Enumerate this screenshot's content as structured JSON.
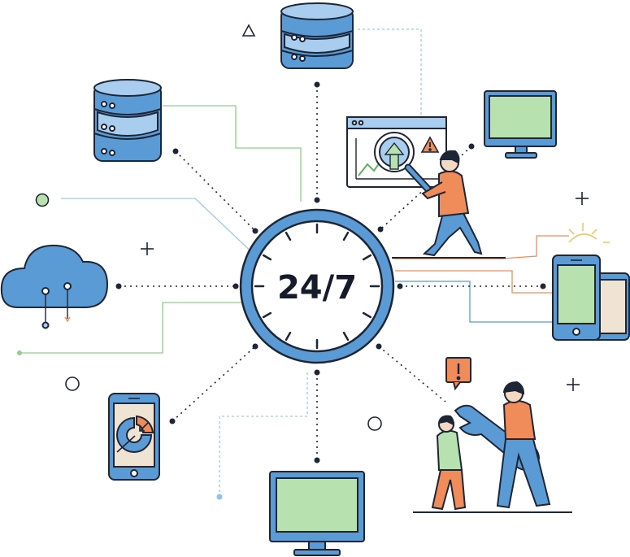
{
  "center": {
    "label": "24/7"
  },
  "nodes": [
    {
      "id": "database-top",
      "icon": "database-icon"
    },
    {
      "id": "database-left",
      "icon": "database-icon"
    },
    {
      "id": "analytics-browser",
      "icon": "magnifier-chart-icon"
    },
    {
      "id": "monitor-top-right",
      "icon": "monitor-icon"
    },
    {
      "id": "cloud",
      "icon": "cloud-icon"
    },
    {
      "id": "mobile-devices",
      "icon": "phone-tablet-icon"
    },
    {
      "id": "phone-chart",
      "icon": "pie-chart-phone-icon"
    },
    {
      "id": "monitor-bottom",
      "icon": "monitor-icon"
    },
    {
      "id": "support-team",
      "icon": "wrench-people-icon"
    }
  ],
  "colors": {
    "blue": "#5b9bd5",
    "blue_light": "#a9cdee",
    "green": "#b7e2b0",
    "orange": "#f08c5a",
    "outline": "#1e2535",
    "cream": "#efe4d4"
  }
}
